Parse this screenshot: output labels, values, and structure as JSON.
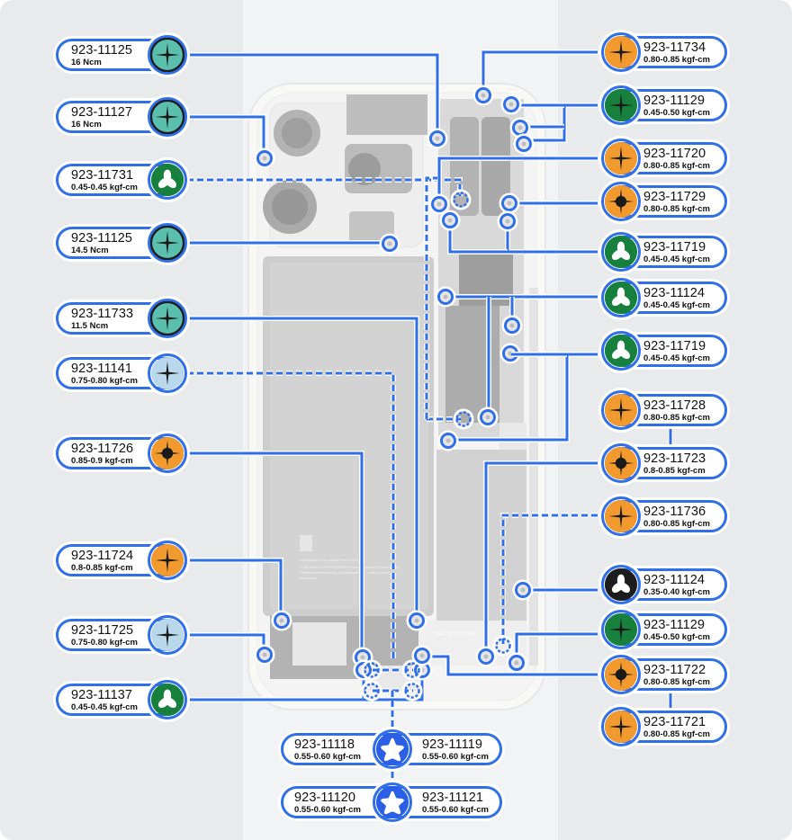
{
  "title": "Screw map",
  "colors": {
    "line": "#2f6fe8",
    "teal": "#5bbfae",
    "green": "#16803c",
    "orange": "#f29a2e",
    "lightblue": "#b9d8ec",
    "black": "#1c1c1c",
    "blue": "#2a5fe6",
    "background": "#e9eaec"
  },
  "battery_text": {
    "line1": "Rechargeable Li-ion Battery Model 1020S",
    "line2": "⚠ WARNING / AVERTISSEMENT: Trained Technician Serviceable Only.",
    "line3": "Potential for fire or burning. Do not disassemble, crush, puncture,",
    "line4": "heat or burn.",
    "taptic": "TAPTIC ENGINE"
  },
  "left_screws": [
    {
      "part": "923-11125",
      "torque": "16 Ncm",
      "color": "teal",
      "icon": "phillips",
      "ring": "dark"
    },
    {
      "part": "923-11127",
      "torque": "16 Ncm",
      "color": "teal",
      "icon": "phillips",
      "ring": "dark"
    },
    {
      "part": "923-11731",
      "torque": "0.45-0.45 kgf-cm",
      "color": "green",
      "icon": "tri-point"
    },
    {
      "part": "923-11125",
      "torque": "14.5 Ncm",
      "color": "teal",
      "icon": "phillips",
      "ring": "dark"
    },
    {
      "part": "923-11733",
      "torque": "11.5 Ncm",
      "color": "teal",
      "icon": "phillips",
      "ring": "dark"
    },
    {
      "part": "923-11141",
      "torque": "0.75-0.80 kgf-cm",
      "color": "lightblue",
      "icon": "phillips"
    },
    {
      "part": "923-11726",
      "torque": "0.85-0.9 kgf-cm",
      "color": "orange",
      "icon": "standoff"
    },
    {
      "part": "923-11724",
      "torque": "0.8-0.85 kgf-cm",
      "color": "orange",
      "icon": "phillips"
    },
    {
      "part": "923-11725",
      "torque": "0.75-0.80 kgf-cm",
      "color": "lightblue",
      "icon": "phillips"
    },
    {
      "part": "923-11137",
      "torque": "0.45-0.45 kgf-cm",
      "color": "green",
      "icon": "tri-point"
    }
  ],
  "right_screws": [
    {
      "part": "923-11734",
      "torque": "0.80-0.85 kgf-cm",
      "color": "orange",
      "icon": "phillips"
    },
    {
      "part": "923-11129",
      "torque": "0.45-0.50 kgf-cm",
      "color": "green",
      "icon": "phillips"
    },
    {
      "part": "923-11720",
      "torque": "0.80-0.85 kgf-cm",
      "color": "orange",
      "icon": "phillips"
    },
    {
      "part": "923-11729",
      "torque": "0.80-0.85 kgf-cm",
      "color": "orange",
      "icon": "standoff"
    },
    {
      "part": "923-11719",
      "torque": "0.45-0.45 kgf-cm",
      "color": "green",
      "icon": "tri-point"
    },
    {
      "part": "923-11124",
      "torque": "0.45-0.45 kgf-cm",
      "color": "green",
      "icon": "tri-point"
    },
    {
      "part": "923-11719",
      "torque": "0.45-0.45 kgf-cm",
      "color": "green",
      "icon": "tri-point"
    },
    {
      "part": "923-11728",
      "torque": "0.80-0.85 kgf-cm",
      "color": "orange",
      "icon": "phillips"
    },
    {
      "part": "923-11723",
      "torque": "0.8-0.85 kgf-cm",
      "color": "orange",
      "icon": "standoff"
    },
    {
      "part": "923-11736",
      "torque": "0.80-0.85 kgf-cm",
      "color": "orange",
      "icon": "phillips"
    },
    {
      "part": "923-11124",
      "torque": "0.35-0.40 kgf-cm",
      "color": "black",
      "icon": "tri-point"
    },
    {
      "part": "923-11129",
      "torque": "0.45-0.50 kgf-cm",
      "color": "green",
      "icon": "phillips"
    },
    {
      "part": "923-11722",
      "torque": "0.80-0.85 kgf-cm",
      "color": "orange",
      "icon": "standoff"
    },
    {
      "part": "923-11721",
      "torque": "0.80-0.85  kgf-cm",
      "color": "orange",
      "icon": "phillips"
    }
  ],
  "bottom_screws": [
    {
      "left_part": "923-11118",
      "left_torque": "0.55-0.60 kgf-cm",
      "right_part": "923-11119",
      "right_torque": "0.55-0.60 kgf-cm",
      "color": "blue",
      "icon": "pentalobe"
    },
    {
      "left_part": "923-11120",
      "left_torque": "0.55-0.60 kgf-cm",
      "right_part": "923-11121",
      "right_torque": "0.55-0.60 kgf-cm",
      "color": "blue",
      "icon": "pentalobe"
    }
  ]
}
